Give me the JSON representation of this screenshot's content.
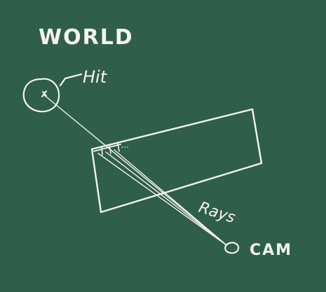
{
  "board": {
    "background_color": "#2f5e4a",
    "chalk_color": "#f4f4f0"
  },
  "labels": {
    "world": "WORLD",
    "hit": "Hit",
    "rays": "Rays",
    "camera": "CAM",
    "dots": "..."
  },
  "elements": {
    "world_sphere": "circle",
    "hit_marker": "+",
    "screen": "rectangle",
    "camera": "circle",
    "pixel_cells": 3,
    "rays": 4
  }
}
